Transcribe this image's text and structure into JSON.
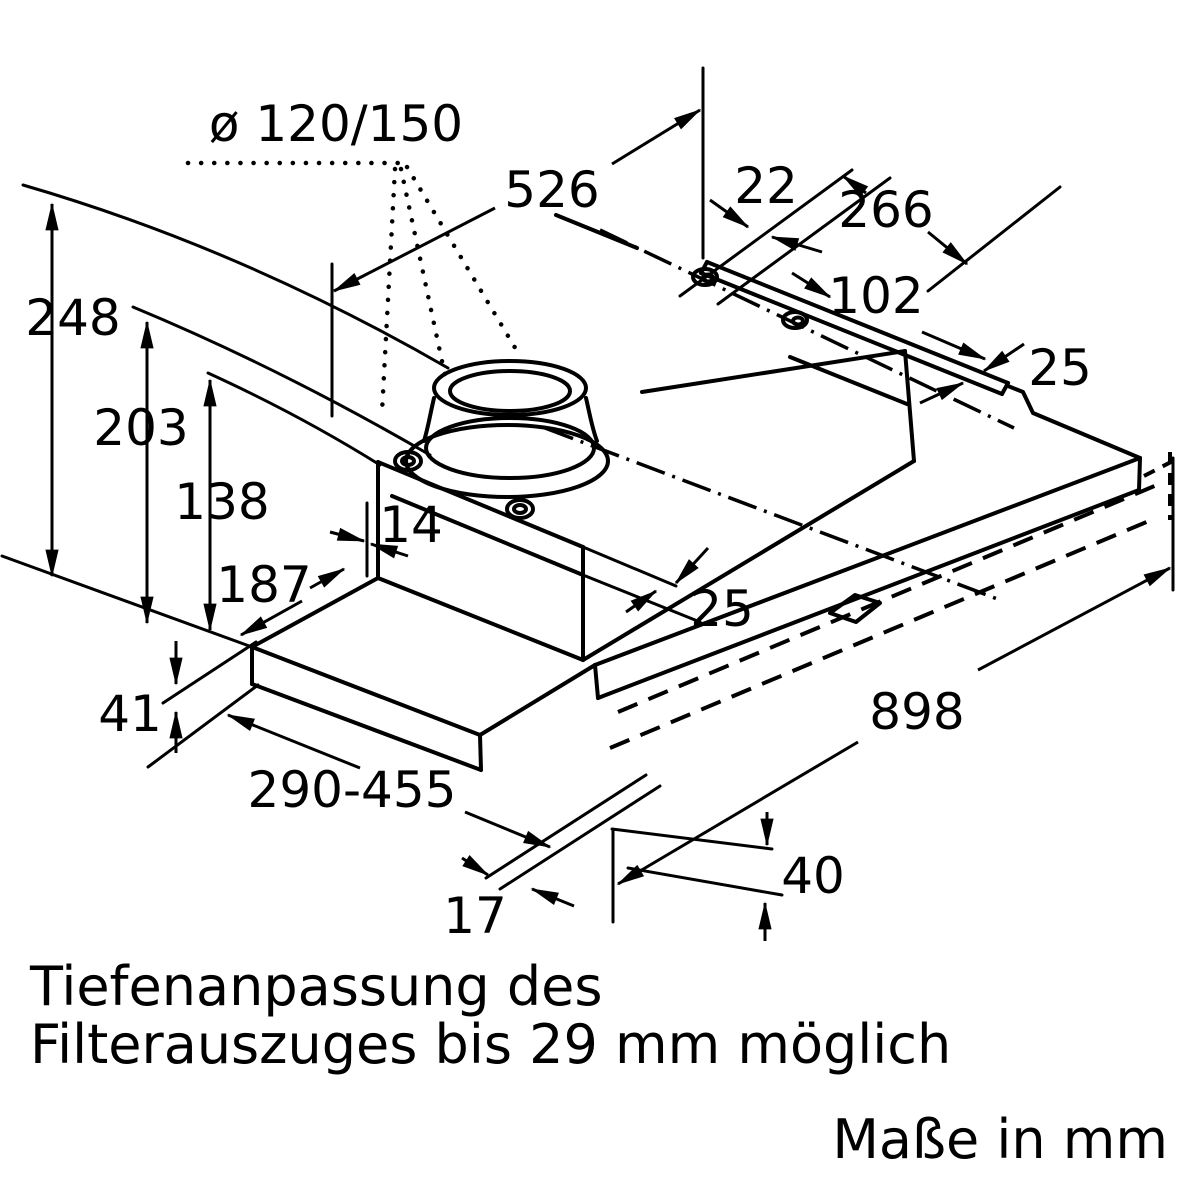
{
  "drawing": {
    "background_color": "#ffffff",
    "line_color": "#000000",
    "type": "installation dimension drawing of telescopic built-in cooker hood",
    "units_label": "Maße in mm",
    "note": {
      "line1": "Tiefenanpassung des",
      "line2": "Filterauszuges bis 29 mm möglich"
    },
    "dims": {
      "duct_diameter": "ø 120/150",
      "duct_center_offset": "526",
      "rail_back_gap": "22",
      "hole_back_distance": "266",
      "hole_front_distance": "102",
      "rail_width": "25",
      "height_total": "248",
      "height_to_collar_ring": "203",
      "height_body": "138",
      "front_lip": "14",
      "body_front_depth": "187",
      "front_rim_width": "25",
      "drawer_front_height": "41",
      "pullout_depth_range": "290-455",
      "drawer_recess": "17",
      "plate_height": "40",
      "width_total": "898"
    }
  }
}
